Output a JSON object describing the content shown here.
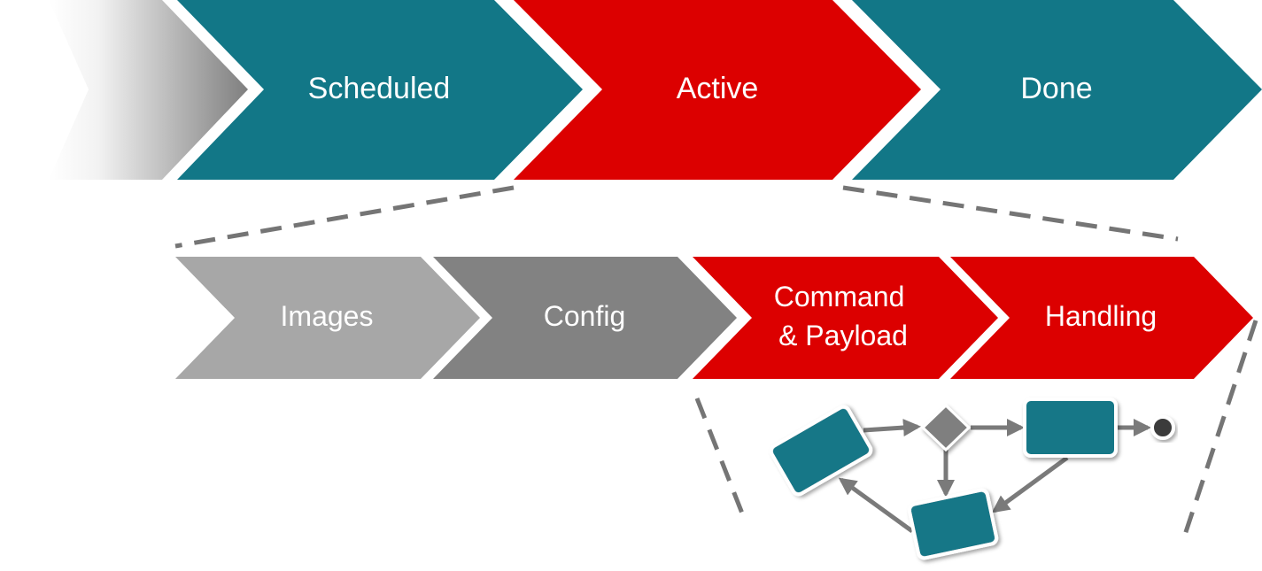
{
  "colors": {
    "teal": "#127787",
    "red": "#dc0000",
    "gray_light": "#a7a7a7",
    "gray_dark": "#828282",
    "dashed": "#757575",
    "arrow": "#7a7a7a",
    "end_dot": "#3a3a3a"
  },
  "top_stages": [
    {
      "label": "Scheduled",
      "color": "teal"
    },
    {
      "label": "Active",
      "color": "red"
    },
    {
      "label": "Done",
      "color": "teal"
    }
  ],
  "sub_stages": [
    {
      "lines": [
        "Images"
      ],
      "color": "gray_light"
    },
    {
      "lines": [
        "Config"
      ],
      "color": "gray_dark"
    },
    {
      "lines": [
        "Command",
        "& Payload"
      ],
      "color": "red"
    },
    {
      "lines": [
        "Handling"
      ],
      "color": "red"
    }
  ],
  "flow": {
    "nodes": [
      "start-task-box",
      "decision-diamond",
      "task-box-right",
      "task-box-bottom",
      "end-dot"
    ]
  }
}
